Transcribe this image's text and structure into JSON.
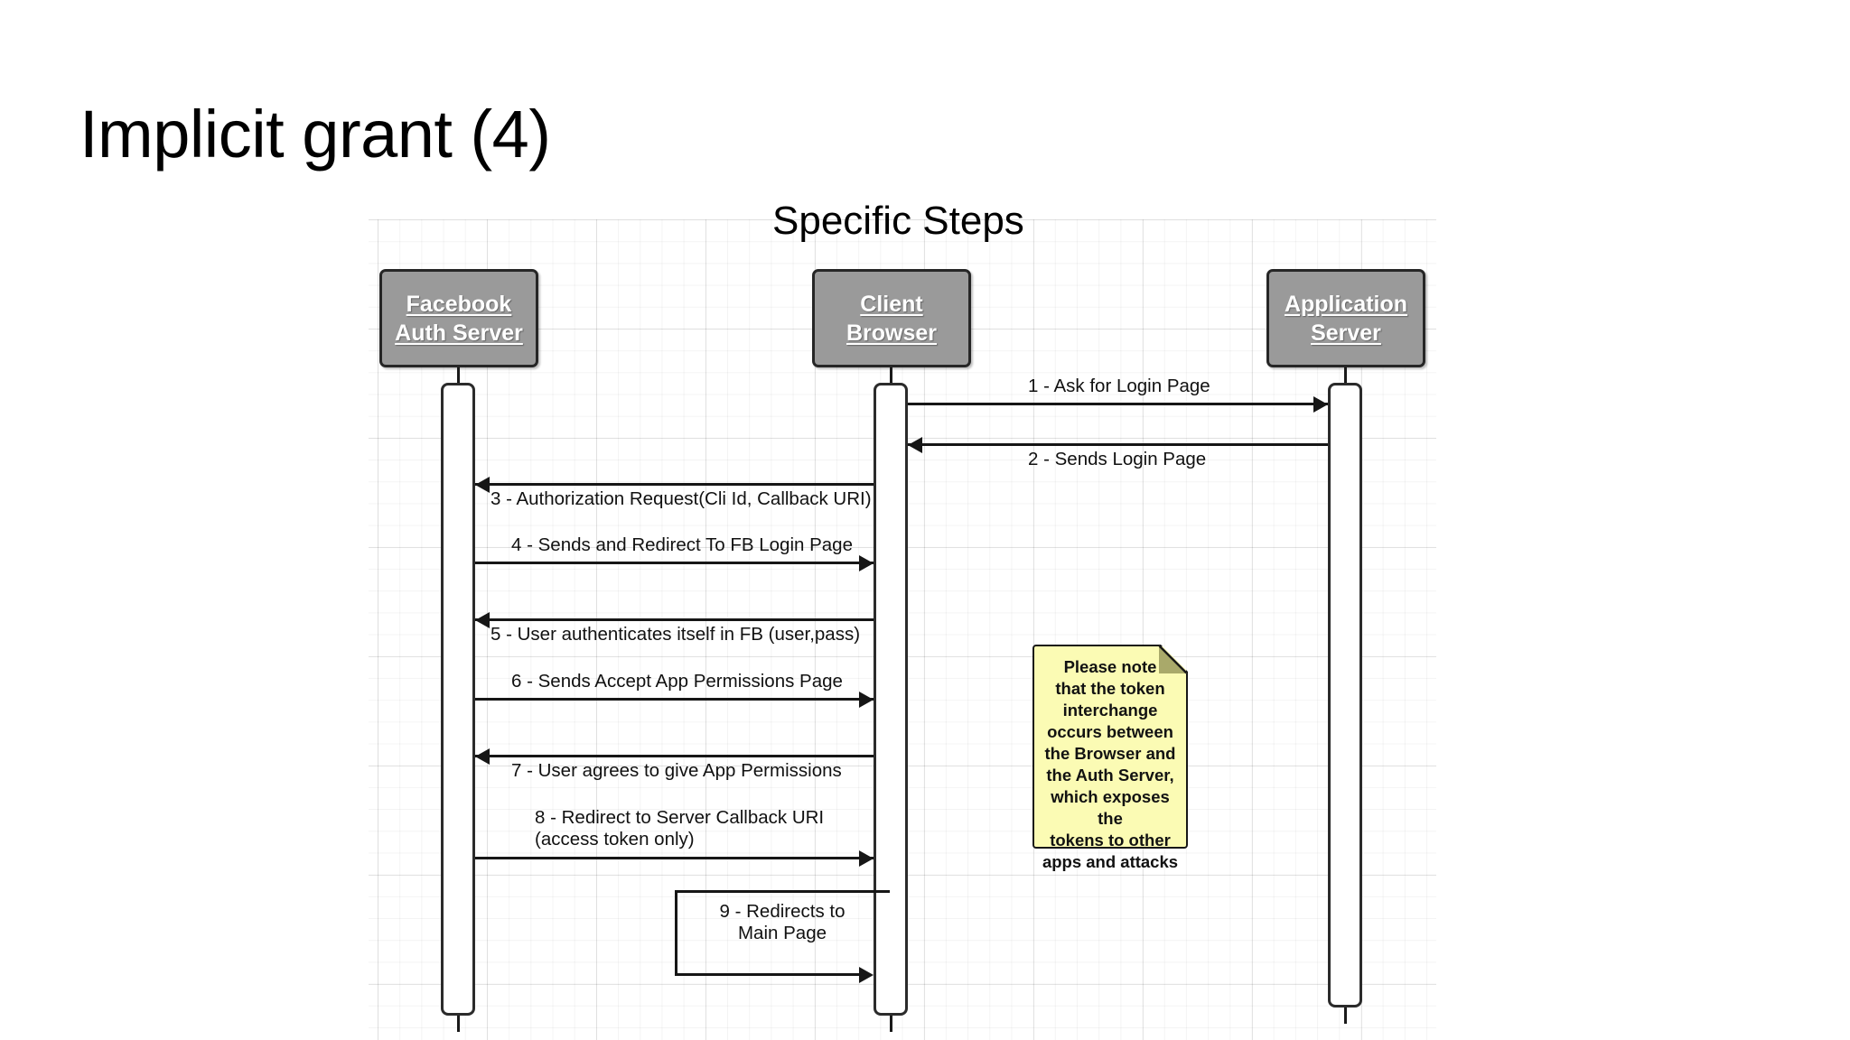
{
  "slide": {
    "title": "Implicit grant (4)",
    "subtitle": "Specific Steps"
  },
  "colors": {
    "lifeline_header_fill": "#9a9a9a",
    "lifeline_header_text": "#ffffff",
    "lifeline_border": "#262626",
    "activation_fill": "#ffffff",
    "activation_border": "#2b2b2b",
    "arrow": "#161616",
    "note_fill": "#fbfbb4",
    "note_fold": "#a9a96a",
    "note_border": "#171717",
    "grid_line": "#e8e8e8",
    "page_background": "#ffffff"
  },
  "diagram": {
    "type": "uml-sequence-diagram",
    "lifelines": [
      {
        "id": "fb-auth-server",
        "lines": [
          "Facebook",
          "Auth Server"
        ]
      },
      {
        "id": "client-browser",
        "lines": [
          "Client",
          "Browser"
        ]
      },
      {
        "id": "application-server",
        "lines": [
          "Application",
          "Server"
        ]
      }
    ],
    "messages": [
      {
        "number": "1",
        "label": "1 - Ask for Login Page",
        "from": "client-browser",
        "to": "application-server",
        "direction": "right",
        "label_position": "above"
      },
      {
        "number": "2",
        "label": "2 - Sends Login Page",
        "from": "application-server",
        "to": "client-browser",
        "direction": "left",
        "label_position": "below"
      },
      {
        "number": "3",
        "label": "3 - Authorization Request(Cli Id, Callback URI)",
        "from": "client-browser",
        "to": "fb-auth-server",
        "direction": "left",
        "label_position": "below"
      },
      {
        "number": "4",
        "label": "4 - Sends and Redirect To FB Login Page",
        "from": "fb-auth-server",
        "to": "client-browser",
        "direction": "right",
        "label_position": "above"
      },
      {
        "number": "5",
        "label": "5 - User authenticates itself in FB (user,pass)",
        "from": "client-browser",
        "to": "fb-auth-server",
        "direction": "left",
        "label_position": "below"
      },
      {
        "number": "6",
        "label": "6 - Sends Accept App Permissions Page",
        "from": "fb-auth-server",
        "to": "client-browser",
        "direction": "right",
        "label_position": "above"
      },
      {
        "number": "7",
        "label": "7 - User agrees to give App Permissions",
        "from": "client-browser",
        "to": "fb-auth-server",
        "direction": "left",
        "label_position": "below"
      },
      {
        "number": "8",
        "label_line1": "8 - Redirect to Server Callback URI",
        "label_line2": "(access token only)",
        "from": "fb-auth-server",
        "to": "client-browser",
        "direction": "right",
        "label_position": "above"
      },
      {
        "number": "9",
        "label_line1": "9 - Redirects to",
        "label_line2": "Main Page",
        "from": "client-browser",
        "to": "client-browser",
        "direction": "self",
        "label_position": "inside"
      }
    ],
    "note": {
      "text": "Please note that the token interchange occurs between the Browser and the Auth Server, which exposes the tokens to other apps and attacks",
      "lines": [
        "Please note",
        "that the token",
        "interchange",
        "occurs between",
        "the Browser and",
        "the Auth Server,",
        "which exposes the",
        "tokens to other",
        "apps and attacks"
      ],
      "style": "sticky-note-folded-corner"
    }
  }
}
